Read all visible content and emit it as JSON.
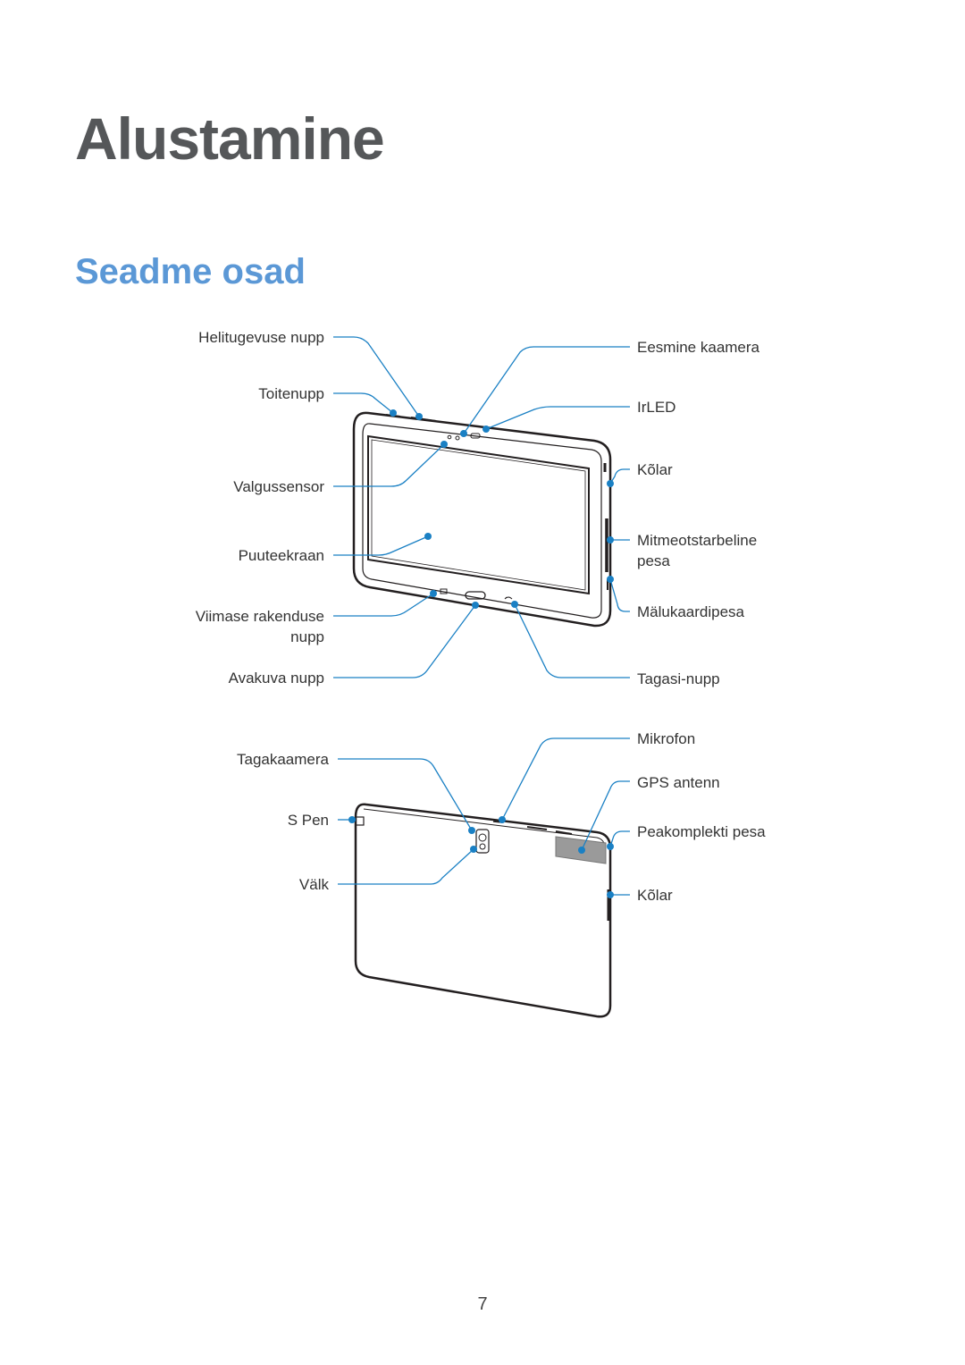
{
  "page": {
    "title": "Alustamine",
    "section_title": "Seadme osad",
    "page_number": "7"
  },
  "colors": {
    "title": "#555759",
    "section": "#5b98d6",
    "callout": "#1a80c4",
    "device_outline": "#231f20"
  },
  "front_view": {
    "labels_left": {
      "volume_key": "Helitugevuse nupp",
      "power_key": "Toitenupp",
      "light_sensor": "Valgussensor",
      "touch_screen": "Puuteekraan",
      "recent_apps_line1": "Viimase rakenduse",
      "recent_apps_line2": "nupp",
      "home_key": "Avakuva nupp"
    },
    "labels_right": {
      "front_camera": "Eesmine kaamera",
      "irled": "IrLED",
      "speaker": "Kõlar",
      "multipurpose_jack_line1": "Mitmeotstarbeline",
      "multipurpose_jack_line2": "pesa",
      "memory_card_slot": "Mälukaardipesa",
      "back_key": "Tagasi-nupp"
    }
  },
  "back_view": {
    "labels_left": {
      "rear_camera": "Tagakaamera",
      "s_pen": "S Pen",
      "flash": "Välk"
    },
    "labels_right": {
      "microphone": "Mikrofon",
      "gps_antenna": "GPS antenn",
      "headset_jack": "Peakomplekti pesa",
      "speaker": "Kõlar"
    }
  }
}
